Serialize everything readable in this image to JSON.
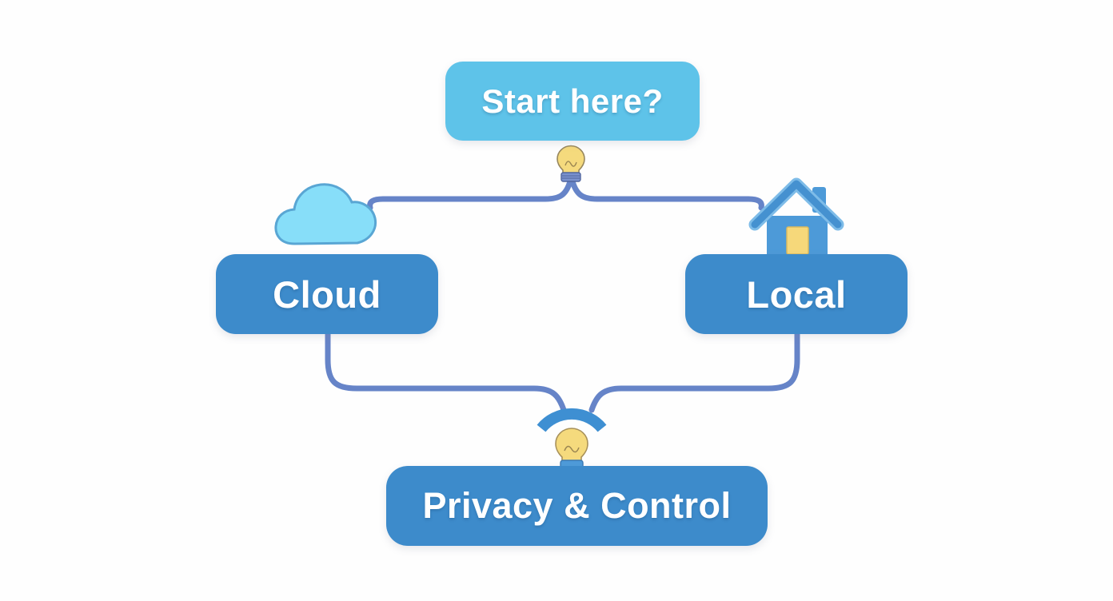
{
  "diagram": {
    "nodes": {
      "start": {
        "label": "Start here?"
      },
      "cloud": {
        "label": "Cloud"
      },
      "local": {
        "label": "Local"
      },
      "privacy": {
        "label": "Privacy & Control"
      }
    },
    "colors": {
      "start_box": "#5EC3E9",
      "option_box": "#3D8BCB",
      "connector": "#6684C8",
      "bulb_glass": "#F5DA7D",
      "bulb_base_top": "#7B92CE",
      "bulb_base_bottom": "#4E9BD9",
      "cloud_icon_fill": "#87DEF9",
      "cloud_icon_stroke": "#59A6D4",
      "house_fill": "#4D9AD8",
      "house_roof_dark": "#4591D0",
      "house_roof_light": "#7EBCE8",
      "house_door": "#F6D87A",
      "wifi_arc": "#3E8FD2",
      "label_text": "#FFFFFF",
      "background": "#FEFEFE"
    }
  }
}
